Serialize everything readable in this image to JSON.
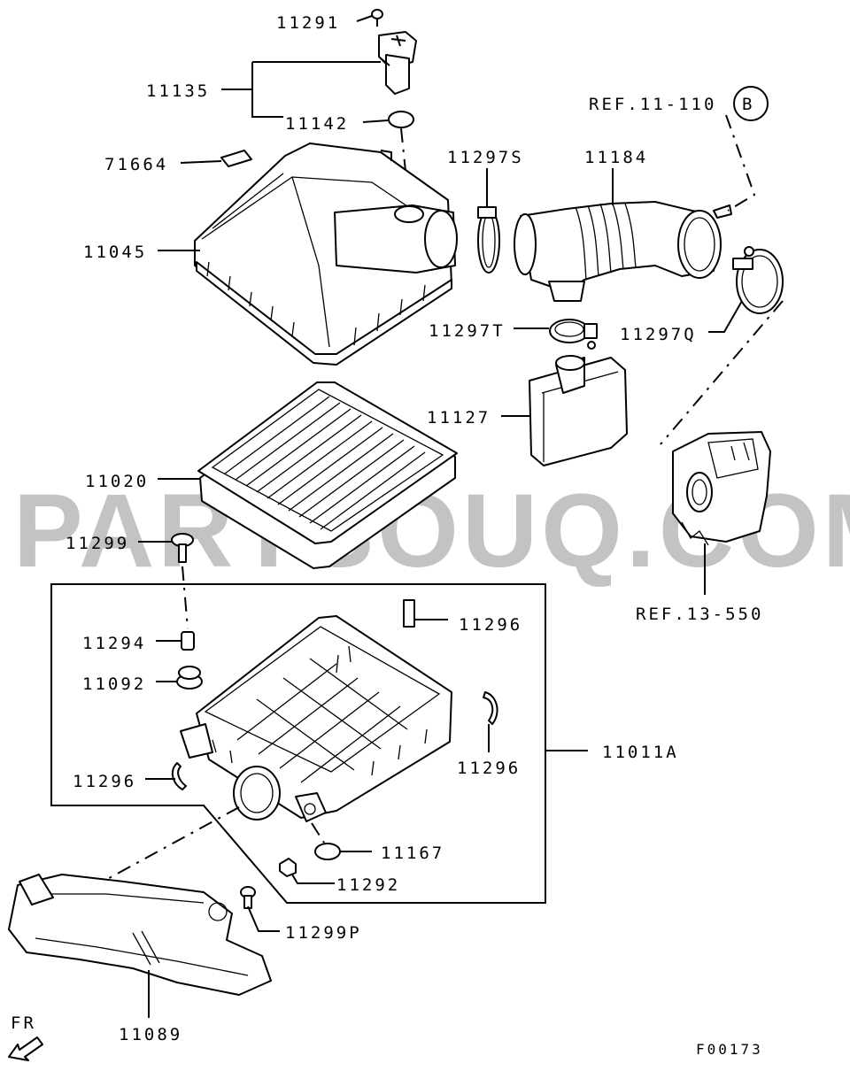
{
  "watermark": "PARTSOUQ.COM",
  "figure_id": "F00173",
  "direction_label": "FR",
  "ref_b_symbol": "B",
  "references": {
    "ref_top": "REF.11-110",
    "ref_bottom": "REF.13-550"
  },
  "labels": {
    "p11291": "11291",
    "p11135": "11135",
    "p11142": "11142",
    "p71664": "71664",
    "p11045": "11045",
    "p11297S": "11297S",
    "p11184": "11184",
    "p11297T": "11297T",
    "p11297Q": "11297Q",
    "p11127": "11127",
    "p11020": "11020",
    "p11299": "11299",
    "p11294": "11294",
    "p11092": "11092",
    "p11296_top": "11296",
    "p11296_right": "11296",
    "p11296_left": "11296",
    "p11011A": "11011A",
    "p11167": "11167",
    "p11292": "11292",
    "p11299P": "11299P",
    "p11089": "11089"
  }
}
